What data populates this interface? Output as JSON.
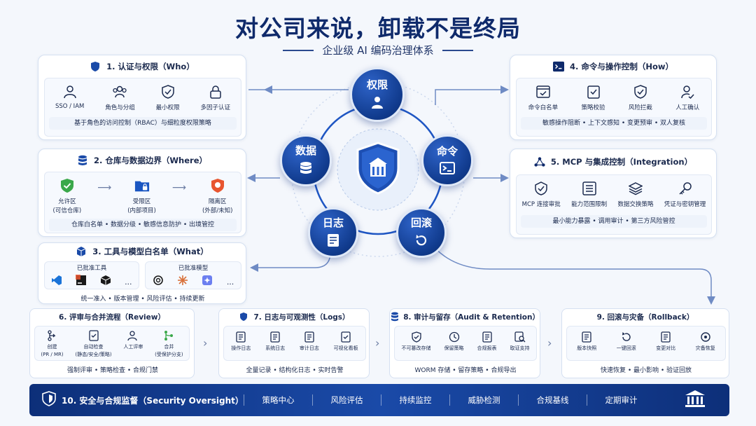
{
  "header": {
    "title": "对公司来说，卸载不是终局",
    "subtitle": "企业级 AI 编码治理体系"
  },
  "center": {
    "nodes": {
      "permission": "权限",
      "data": "数据",
      "command": "命令",
      "log": "日志",
      "rollback": "回滚"
    },
    "colors": {
      "primary": "#103a8c",
      "accent": "#1f56c3"
    }
  },
  "card1": {
    "title": "1. 认证与权限（Who）",
    "items": [
      "SSO / IAM",
      "角色与分组",
      "最小权限",
      "多因子认证"
    ],
    "footer": "基于角色的访问控制（RBAC）与细粒度权限策略"
  },
  "card2": {
    "title": "2. 仓库与数据边界（Where）",
    "zones": [
      {
        "name": "允许区",
        "sub": "(可信仓库)"
      },
      {
        "name": "受限区",
        "sub": "(内部项目)"
      },
      {
        "name": "隔离区",
        "sub": "(外部/未知)"
      }
    ],
    "footer": "仓库白名单 • 数据分级 • 敏感信息防护 • 出境管控"
  },
  "card3": {
    "title": "3. 工具与模型白名单（What）",
    "tools_label": "已批准工具",
    "models_label": "已批准模型",
    "more": "...",
    "footer": "统一准入 • 版本管理 • 风险评估 • 持续更新"
  },
  "card4": {
    "title": "4. 命令与操作控制（How）",
    "items": [
      "命令白名单",
      "策略校验",
      "风险拦截",
      "人工确认"
    ],
    "footer": "敏感操作阻断 • 上下文感知 • 变更预审 • 双人复核"
  },
  "card5": {
    "title": "5. MCP 与集成控制（Integration）",
    "items": [
      "MCP 连接审批",
      "能力范围限制",
      "数据交换策略",
      "凭证与密钥管理"
    ],
    "footer": "最小能力暴露 • 调用审计 • 第三方风险管控"
  },
  "card6": {
    "title": "6. 评审与合并流程（Review）",
    "items": [
      {
        "l1": "创建",
        "l2": "(PR / MR)"
      },
      {
        "l1": "自动检查",
        "l2": "(静态/安全/策略)"
      },
      {
        "l1": "人工评审",
        "l2": ""
      },
      {
        "l1": "合并",
        "l2": "(受保护分支)"
      }
    ],
    "footer": "强制评审 • 策略检查 • 合规门禁"
  },
  "card7": {
    "title": "7. 日志与可观测性（Logs）",
    "items": [
      "操作日志",
      "系统日志",
      "审计日志",
      "可视化看板"
    ],
    "footer": "全量记录 • 结构化日志 • 实时告警"
  },
  "card8": {
    "title": "8. 审计与留存（Audit & Retention）",
    "items": [
      "不可篡改存储",
      "保留策略",
      "合规报表",
      "取证支持"
    ],
    "footer": "WORM 存储 • 留存策略 • 合规导出"
  },
  "card9": {
    "title": "9. 回滚与灾备（Rollback）",
    "items": [
      "版本快照",
      "一键回滚",
      "变更对比",
      "灾备恢复"
    ],
    "footer": "快速恢复 • 最小影响 • 验证回放"
  },
  "banner": {
    "title": "10. 安全与合规监督（Security Oversight）",
    "items": [
      "策略中心",
      "风险评估",
      "持续监控",
      "威胁检测",
      "合规基线",
      "定期审计"
    ]
  }
}
